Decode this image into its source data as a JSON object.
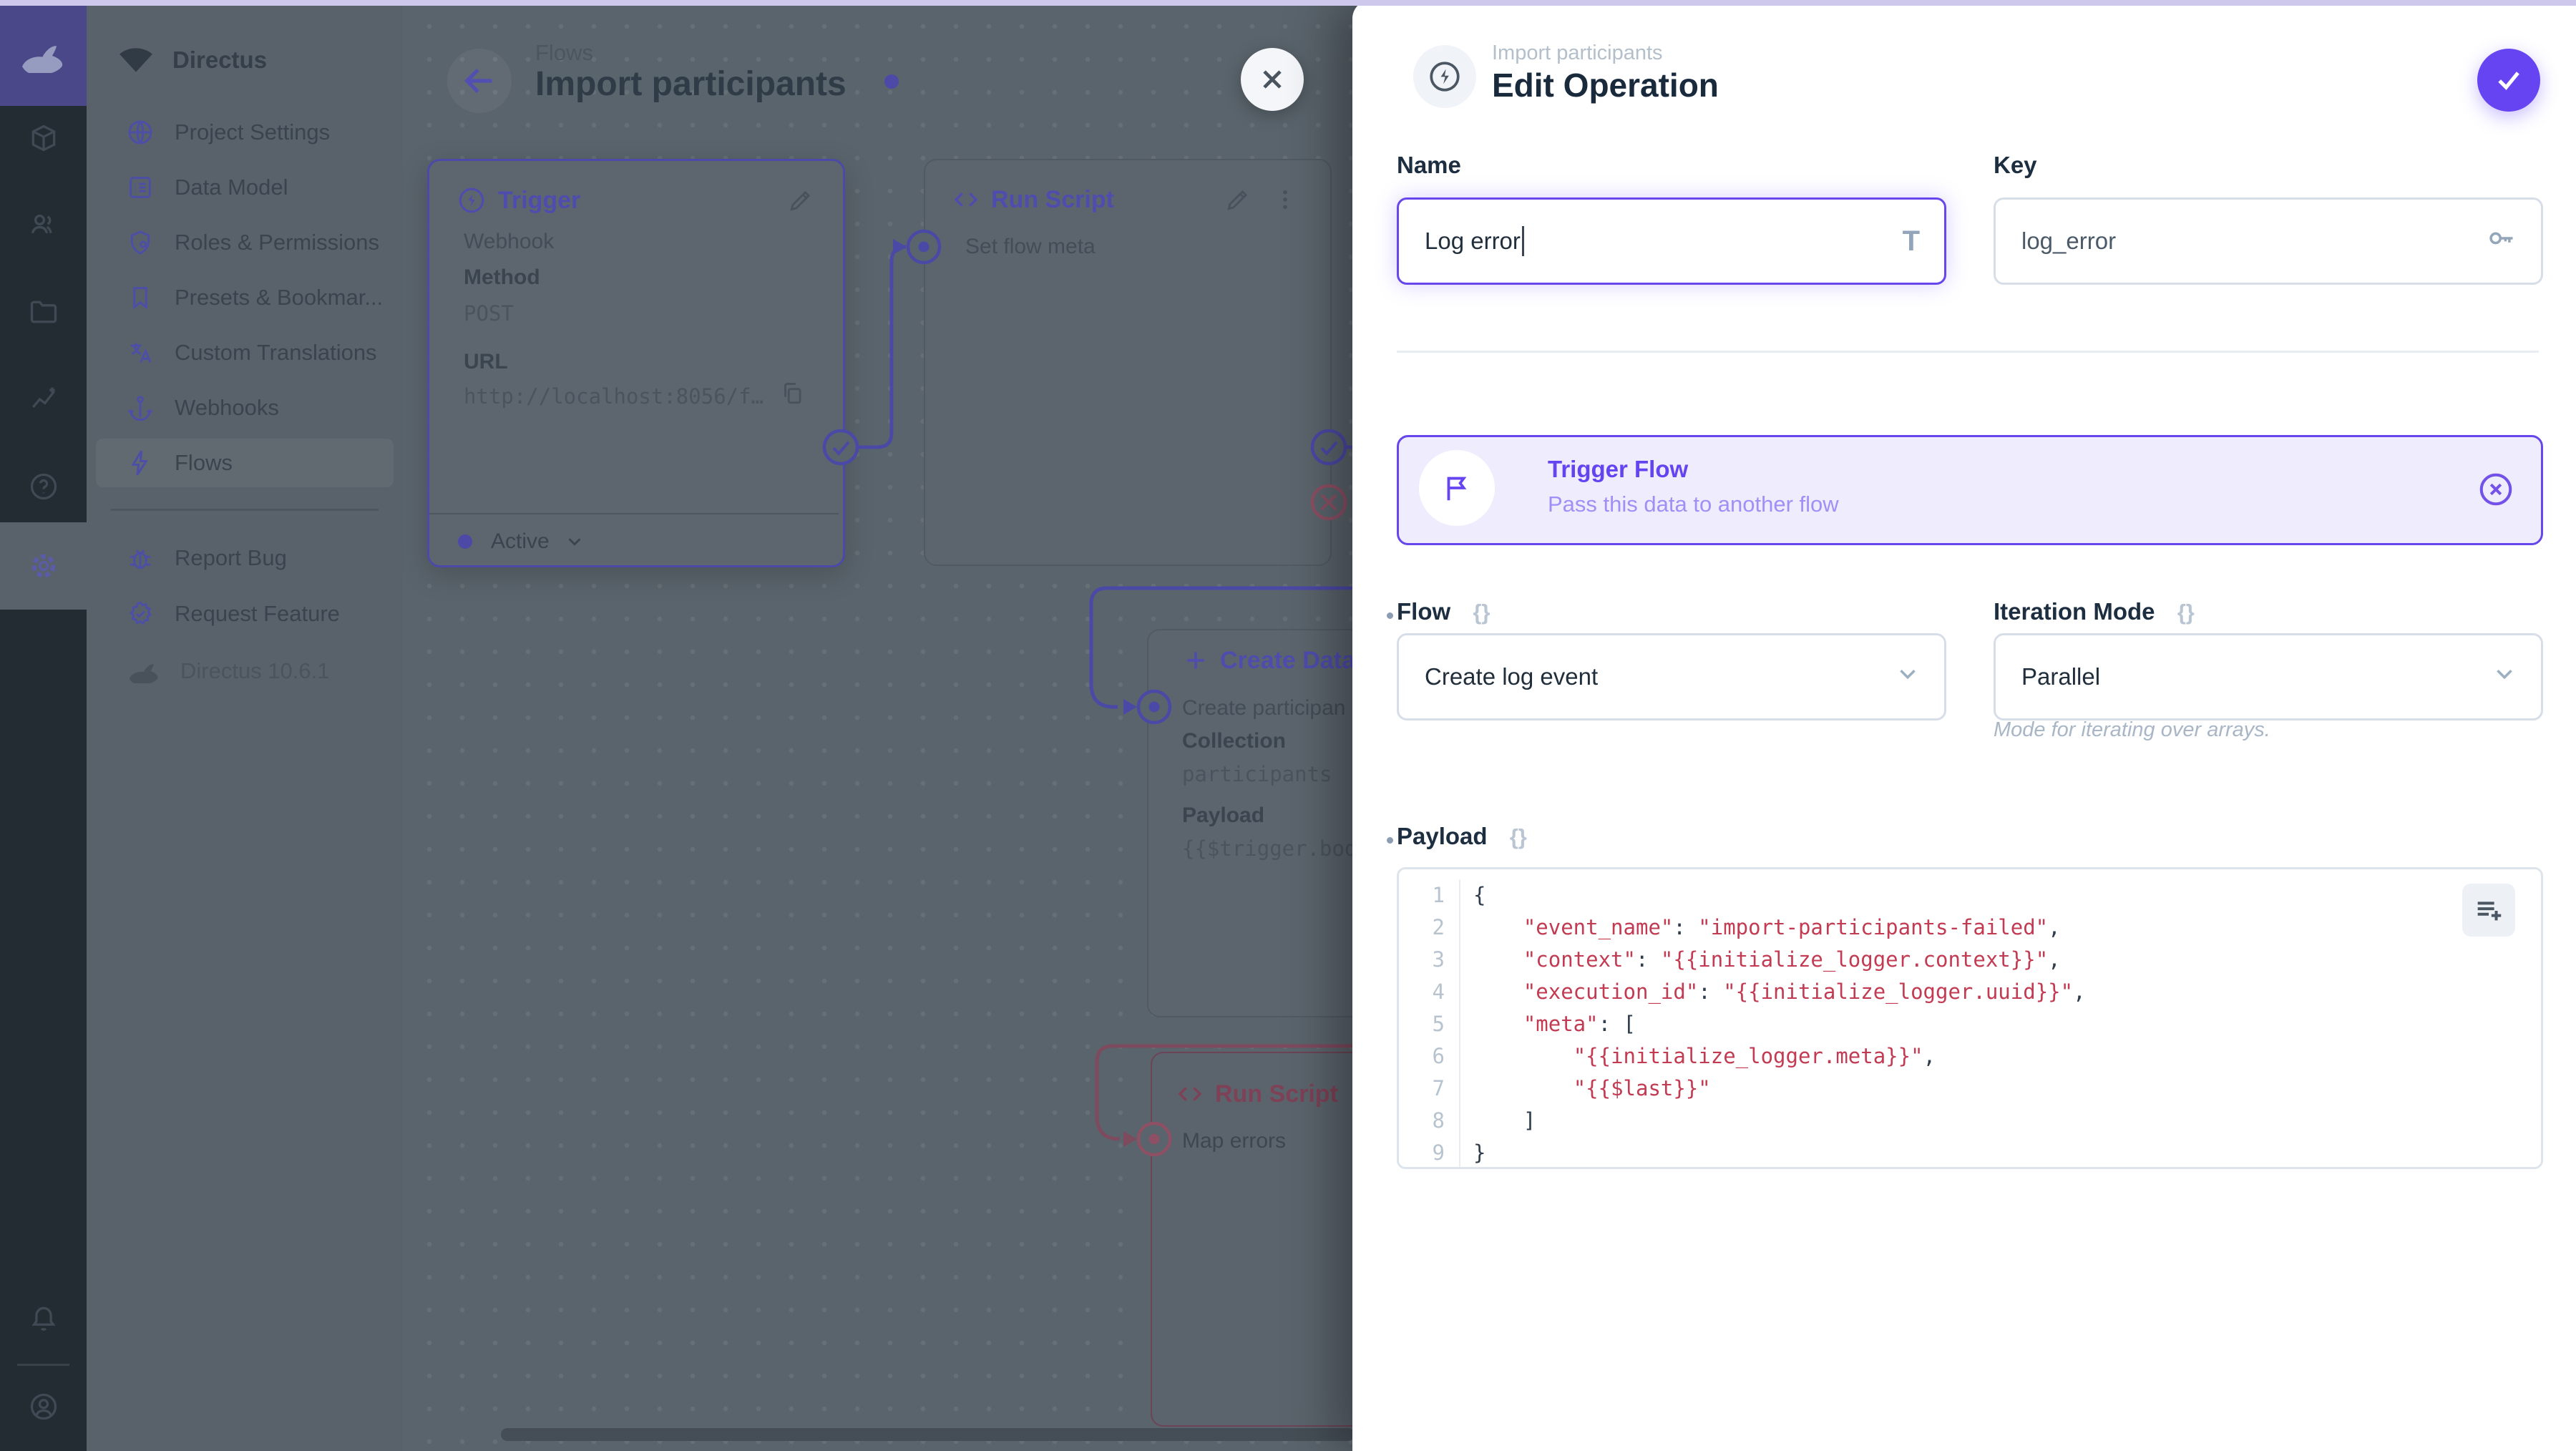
{
  "app": {
    "top_strip_color": "#cfc8ed",
    "accent": "#6644ff",
    "title_icon_glyph": "T",
    "interpolation_icon_glyph": "{}"
  },
  "module_bar": {
    "modules": [
      {
        "name": "content",
        "icon": "cube"
      },
      {
        "name": "user-directory",
        "icon": "users"
      },
      {
        "name": "file-library",
        "icon": "folder"
      },
      {
        "name": "insights",
        "icon": "insights"
      },
      {
        "name": "documentation",
        "icon": "help"
      },
      {
        "name": "settings",
        "icon": "gear",
        "active": true
      }
    ],
    "bottom": [
      {
        "name": "notifications",
        "icon": "bell"
      },
      {
        "name": "account",
        "icon": "avatar"
      }
    ]
  },
  "sidebar": {
    "project_name": "Directus",
    "items": [
      {
        "label": "Project Settings",
        "icon": "globe"
      },
      {
        "label": "Data Model",
        "icon": "list"
      },
      {
        "label": "Roles & Permissions",
        "icon": "shield"
      },
      {
        "label": "Presets & Bookmar...",
        "icon": "bookmark"
      },
      {
        "label": "Custom Translations",
        "icon": "translate"
      },
      {
        "label": "Webhooks",
        "icon": "anchor"
      },
      {
        "label": "Flows",
        "icon": "bolt",
        "active": true
      }
    ],
    "footer_items": [
      {
        "label": "Report Bug",
        "icon": "bug"
      },
      {
        "label": "Request Feature",
        "icon": "badge"
      }
    ],
    "version": "Directus 10.6.1"
  },
  "canvas": {
    "breadcrumb": "Flows",
    "title": "Import participants",
    "trigger_panel": {
      "title": "Trigger",
      "type": "Webhook",
      "method_label": "Method",
      "method_value": "POST",
      "url_label": "URL",
      "url_value": "http://localhost:8056/f…",
      "status": "Active"
    },
    "run_script_panel": {
      "title": "Run Script",
      "name": "Set flow meta"
    },
    "create_data_panel": {
      "title": "Create Data",
      "name": "Create participan",
      "collection_label": "Collection",
      "collection_value": "participants",
      "payload_label": "Payload",
      "payload_value": "{{$trigger.bod"
    },
    "map_errors_panel": {
      "title": "Run Script",
      "name": "Map errors"
    }
  },
  "drawer": {
    "breadcrumb": "Import participants",
    "title": "Edit Operation",
    "name_field": {
      "label": "Name",
      "value": "Log error"
    },
    "key_field": {
      "label": "Key",
      "value": "log_error"
    },
    "banner": {
      "title": "Trigger Flow",
      "subtitle": "Pass this data to another flow"
    },
    "flow_field": {
      "label": "Flow",
      "value": "Create log event"
    },
    "iteration_field": {
      "label": "Iteration Mode",
      "value": "Parallel",
      "note": "Mode for iterating over arrays."
    },
    "payload_field": {
      "label": "Payload"
    },
    "code_lines": [
      [
        {
          "t": "{",
          "c": "p"
        }
      ],
      [
        {
          "t": "    ",
          "c": "p"
        },
        {
          "t": "\"event_name\"",
          "c": "s"
        },
        {
          "t": ": ",
          "c": "p"
        },
        {
          "t": "\"import-participants-failed\"",
          "c": "s"
        },
        {
          "t": ",",
          "c": "p"
        }
      ],
      [
        {
          "t": "    ",
          "c": "p"
        },
        {
          "t": "\"context\"",
          "c": "s"
        },
        {
          "t": ": ",
          "c": "p"
        },
        {
          "t": "\"{{initialize_logger.context}}\"",
          "c": "s"
        },
        {
          "t": ",",
          "c": "p"
        }
      ],
      [
        {
          "t": "    ",
          "c": "p"
        },
        {
          "t": "\"execution_id\"",
          "c": "s"
        },
        {
          "t": ": ",
          "c": "p"
        },
        {
          "t": "\"{{initialize_logger.uuid}}\"",
          "c": "s"
        },
        {
          "t": ",",
          "c": "p"
        }
      ],
      [
        {
          "t": "    ",
          "c": "p"
        },
        {
          "t": "\"meta\"",
          "c": "s"
        },
        {
          "t": ": [",
          "c": "p"
        }
      ],
      [
        {
          "t": "        ",
          "c": "p"
        },
        {
          "t": "\"{{initialize_logger.meta}}\"",
          "c": "s"
        },
        {
          "t": ",",
          "c": "p"
        }
      ],
      [
        {
          "t": "        ",
          "c": "p"
        },
        {
          "t": "\"{{$last}}\"",
          "c": "s"
        }
      ],
      [
        {
          "t": "    ]",
          "c": "p"
        }
      ],
      [
        {
          "t": "}",
          "c": "p"
        }
      ]
    ]
  }
}
